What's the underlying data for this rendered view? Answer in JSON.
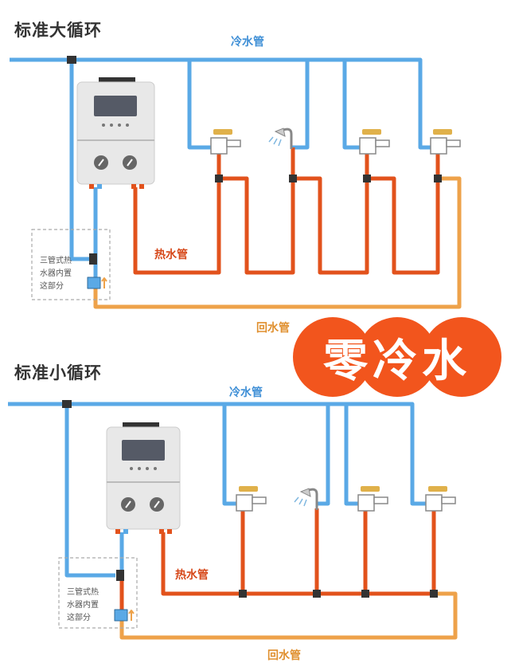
{
  "sections": [
    {
      "title": "标准大循环",
      "cold_pipe_label": "冷水管",
      "hot_pipe_label": "热水管",
      "return_pipe_label": "回水管",
      "note_lines": [
        "三管式热",
        "水器内置",
        "这部分"
      ]
    },
    {
      "title": "标准小循环",
      "cold_pipe_label": "冷水管",
      "hot_pipe_label": "热水管",
      "return_pipe_label": "回水管",
      "note_lines": [
        "三管式热",
        "水器内置",
        "这部分"
      ]
    }
  ],
  "badge": {
    "text": "零冷水"
  },
  "colors": {
    "cold": "#5aa9e6",
    "hot": "#e2521c",
    "return": "#eea24a",
    "badge": "#f2551d"
  },
  "icons": [
    "water-heater-icon",
    "faucet-icon",
    "shower-icon",
    "pump-icon"
  ]
}
